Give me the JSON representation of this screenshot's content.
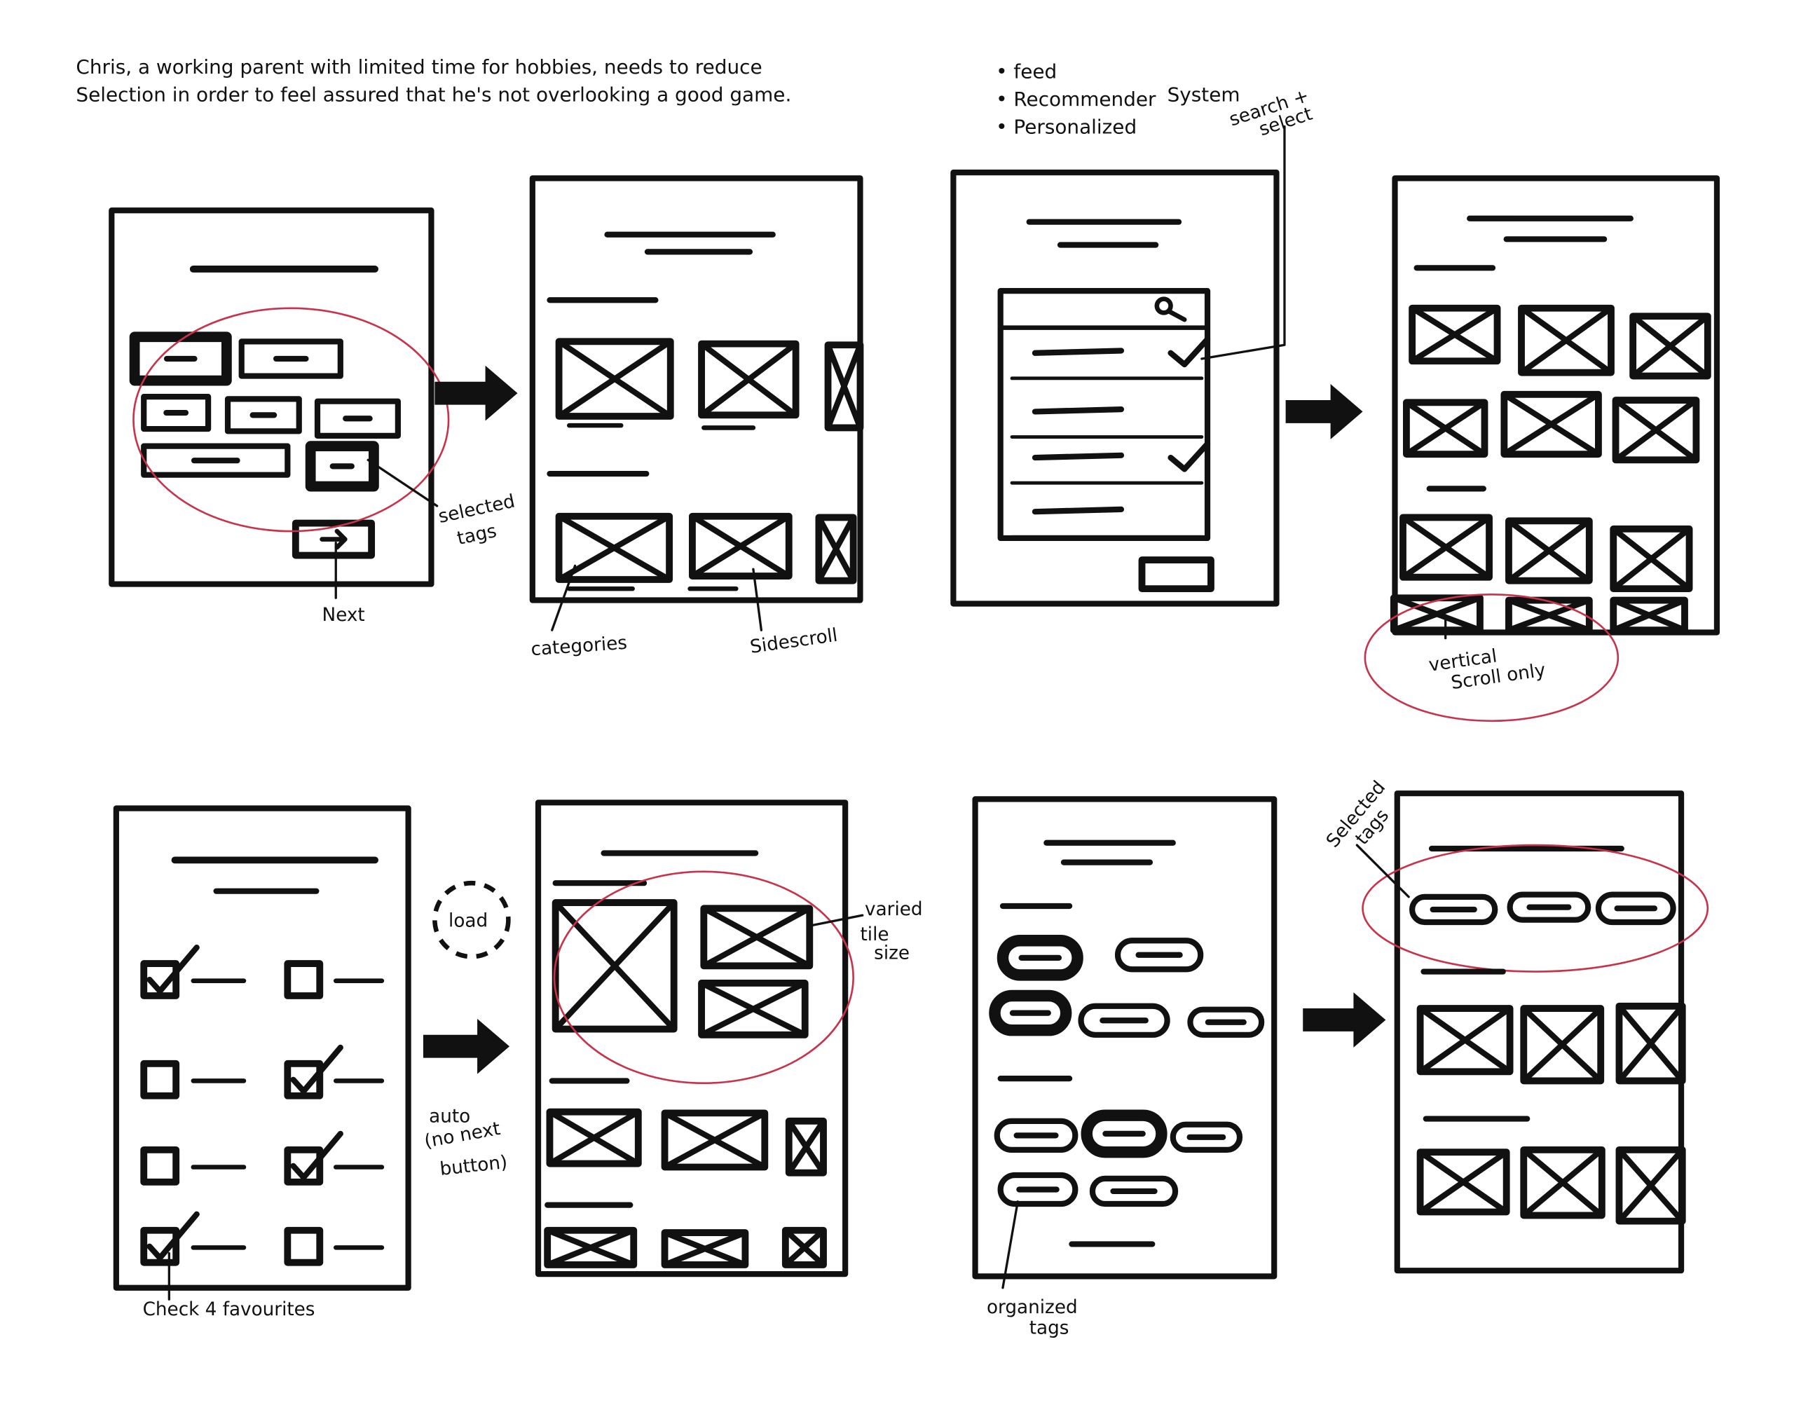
{
  "problem_statement": {
    "line1": "Chris, a working parent with limited time for hobbies, needs to reduce",
    "line2": "Selection in order to feel assured that he's not overlooking a good game."
  },
  "ideas": [
    "feed",
    "Recommender",
    "Personalized"
  ],
  "ideas_suffix": "System",
  "annotations": {
    "selected_tags": [
      "selected",
      "tags"
    ],
    "next": "Next",
    "categories": "categories",
    "sidescroll": "Sidescroll",
    "search_select": [
      "search +",
      "select"
    ],
    "vertical_scroll": [
      "vertical",
      "Scroll only"
    ],
    "check_favourites": "Check 4 favourites",
    "load": "load",
    "auto": [
      "auto",
      "(no next",
      "button)"
    ],
    "varied_tile": [
      "varied",
      "tile",
      "size"
    ],
    "organized_tags": [
      "organized",
      "tags"
    ],
    "selected_tags_2": [
      "Selected",
      "tags"
    ]
  },
  "colors": {
    "ink": "#111111",
    "highlight": "#c8324a",
    "paper": "#ffffff"
  }
}
